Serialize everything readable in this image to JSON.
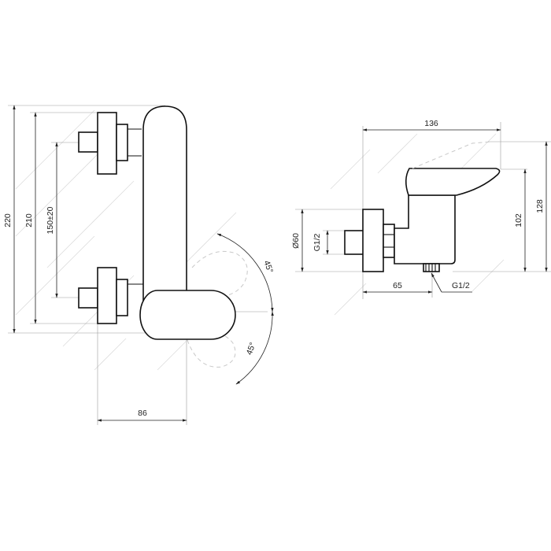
{
  "dimensions": {
    "overall_height": "220",
    "body_height": "210",
    "inlet_spacing": "150±20",
    "handle_projection": "86",
    "handle_angle_up": "45°",
    "handle_angle_down": "45°",
    "side_overall_width": "136",
    "side_overall_height": "128",
    "side_outlet_height": "102",
    "escutcheon_diameter": "Ø60",
    "inlet_thread": "G1/2",
    "wall_to_outlet": "65",
    "outlet_thread": "G1/2"
  },
  "colors": {
    "line": "#111111",
    "dimension": "#222222",
    "background": "#ffffff"
  }
}
